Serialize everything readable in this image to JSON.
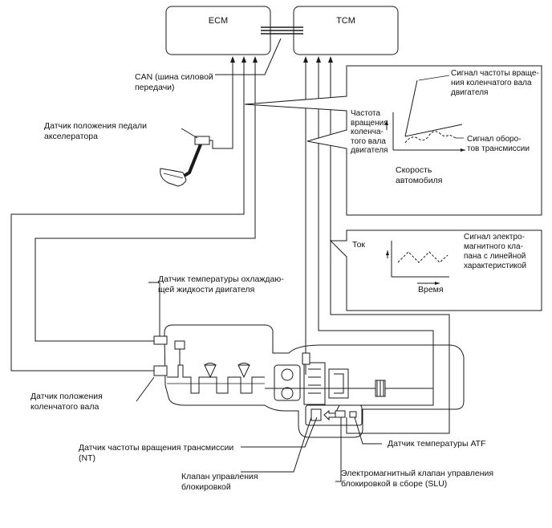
{
  "modules": {
    "ecm": "ECM",
    "tcm": "TCM"
  },
  "labels": {
    "can": "CAN (шина силовой\nпередачи)",
    "accel_sensor": "Датчик положения педали\nакселератора",
    "coolant_sensor": "Датчик температуры охлаждаю-\nщей жидкости двигателя",
    "crank_sensor": "Датчик положения\nколенчатого вала",
    "nt_sensor": "Датчик частоты вращения трансмиссии\n(NT)",
    "lockup_valve": "Клапан управления\nблокировкой",
    "slu_valve": "Электромагнитный клапан управления\nблокировкой в сборе (SLU)",
    "atf_sensor": "Датчик температуры ATF"
  },
  "graph1": {
    "y_label": "Частота\nвращения\nколенча-\nтого вала\nдвигателя",
    "x_label": "Скорость\nавтомобиля",
    "signal_engine": "Сигнал частоты враще-\nния коленчатого вала\nдвигателя",
    "signal_trans": "Сигнал оборо-\nтов трансмиссии"
  },
  "graph2": {
    "y_label": "Ток",
    "x_label": "Время",
    "signal": "Сигнал электро-\nмагнитного кла-\nпана с линейной\nхарактеристикой"
  }
}
